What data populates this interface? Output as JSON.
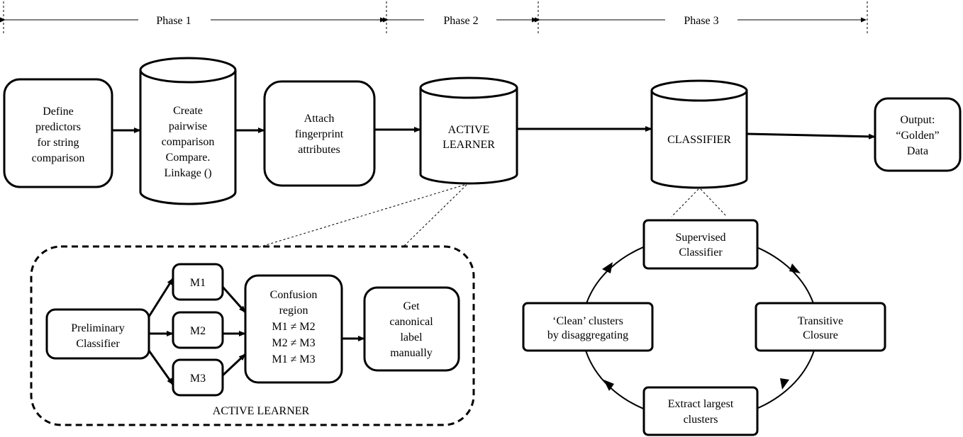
{
  "phases": [
    {
      "label": "Phase 1"
    },
    {
      "label": "Phase 2"
    },
    {
      "label": "Phase 3"
    }
  ],
  "pipeline": {
    "define": [
      "Define",
      "predictors",
      "for string",
      "comparison"
    ],
    "create": [
      "Create",
      "pairwise",
      "comparison",
      "Compare.",
      "Linkage ()"
    ],
    "attach": [
      "Attach",
      "fingerprint",
      "attributes"
    ],
    "active": [
      "ACTIVE",
      "LEARNER"
    ],
    "classifier": [
      "CLASSIFIER"
    ],
    "output": [
      "Output:",
      "“Golden”",
      "Data"
    ]
  },
  "active_learner_detail": {
    "title": "ACTIVE LEARNER",
    "preliminary": [
      "Preliminary",
      "Classifier"
    ],
    "models": [
      "M1",
      "M2",
      "M3"
    ],
    "confusion": [
      "Confusion",
      "region",
      "M1 ≠ M2",
      "M2 ≠ M3",
      "M1 ≠ M3"
    ],
    "canonical": [
      "Get",
      "canonical",
      "label",
      "manually"
    ]
  },
  "classifier_cycle": {
    "supervised": [
      "Supervised",
      "Classifier"
    ],
    "transitive": [
      "Transitive",
      "Closure"
    ],
    "extract": [
      "Extract largest",
      "clusters"
    ],
    "clean": [
      "‘Clean’ clusters",
      "by disaggregating"
    ]
  }
}
